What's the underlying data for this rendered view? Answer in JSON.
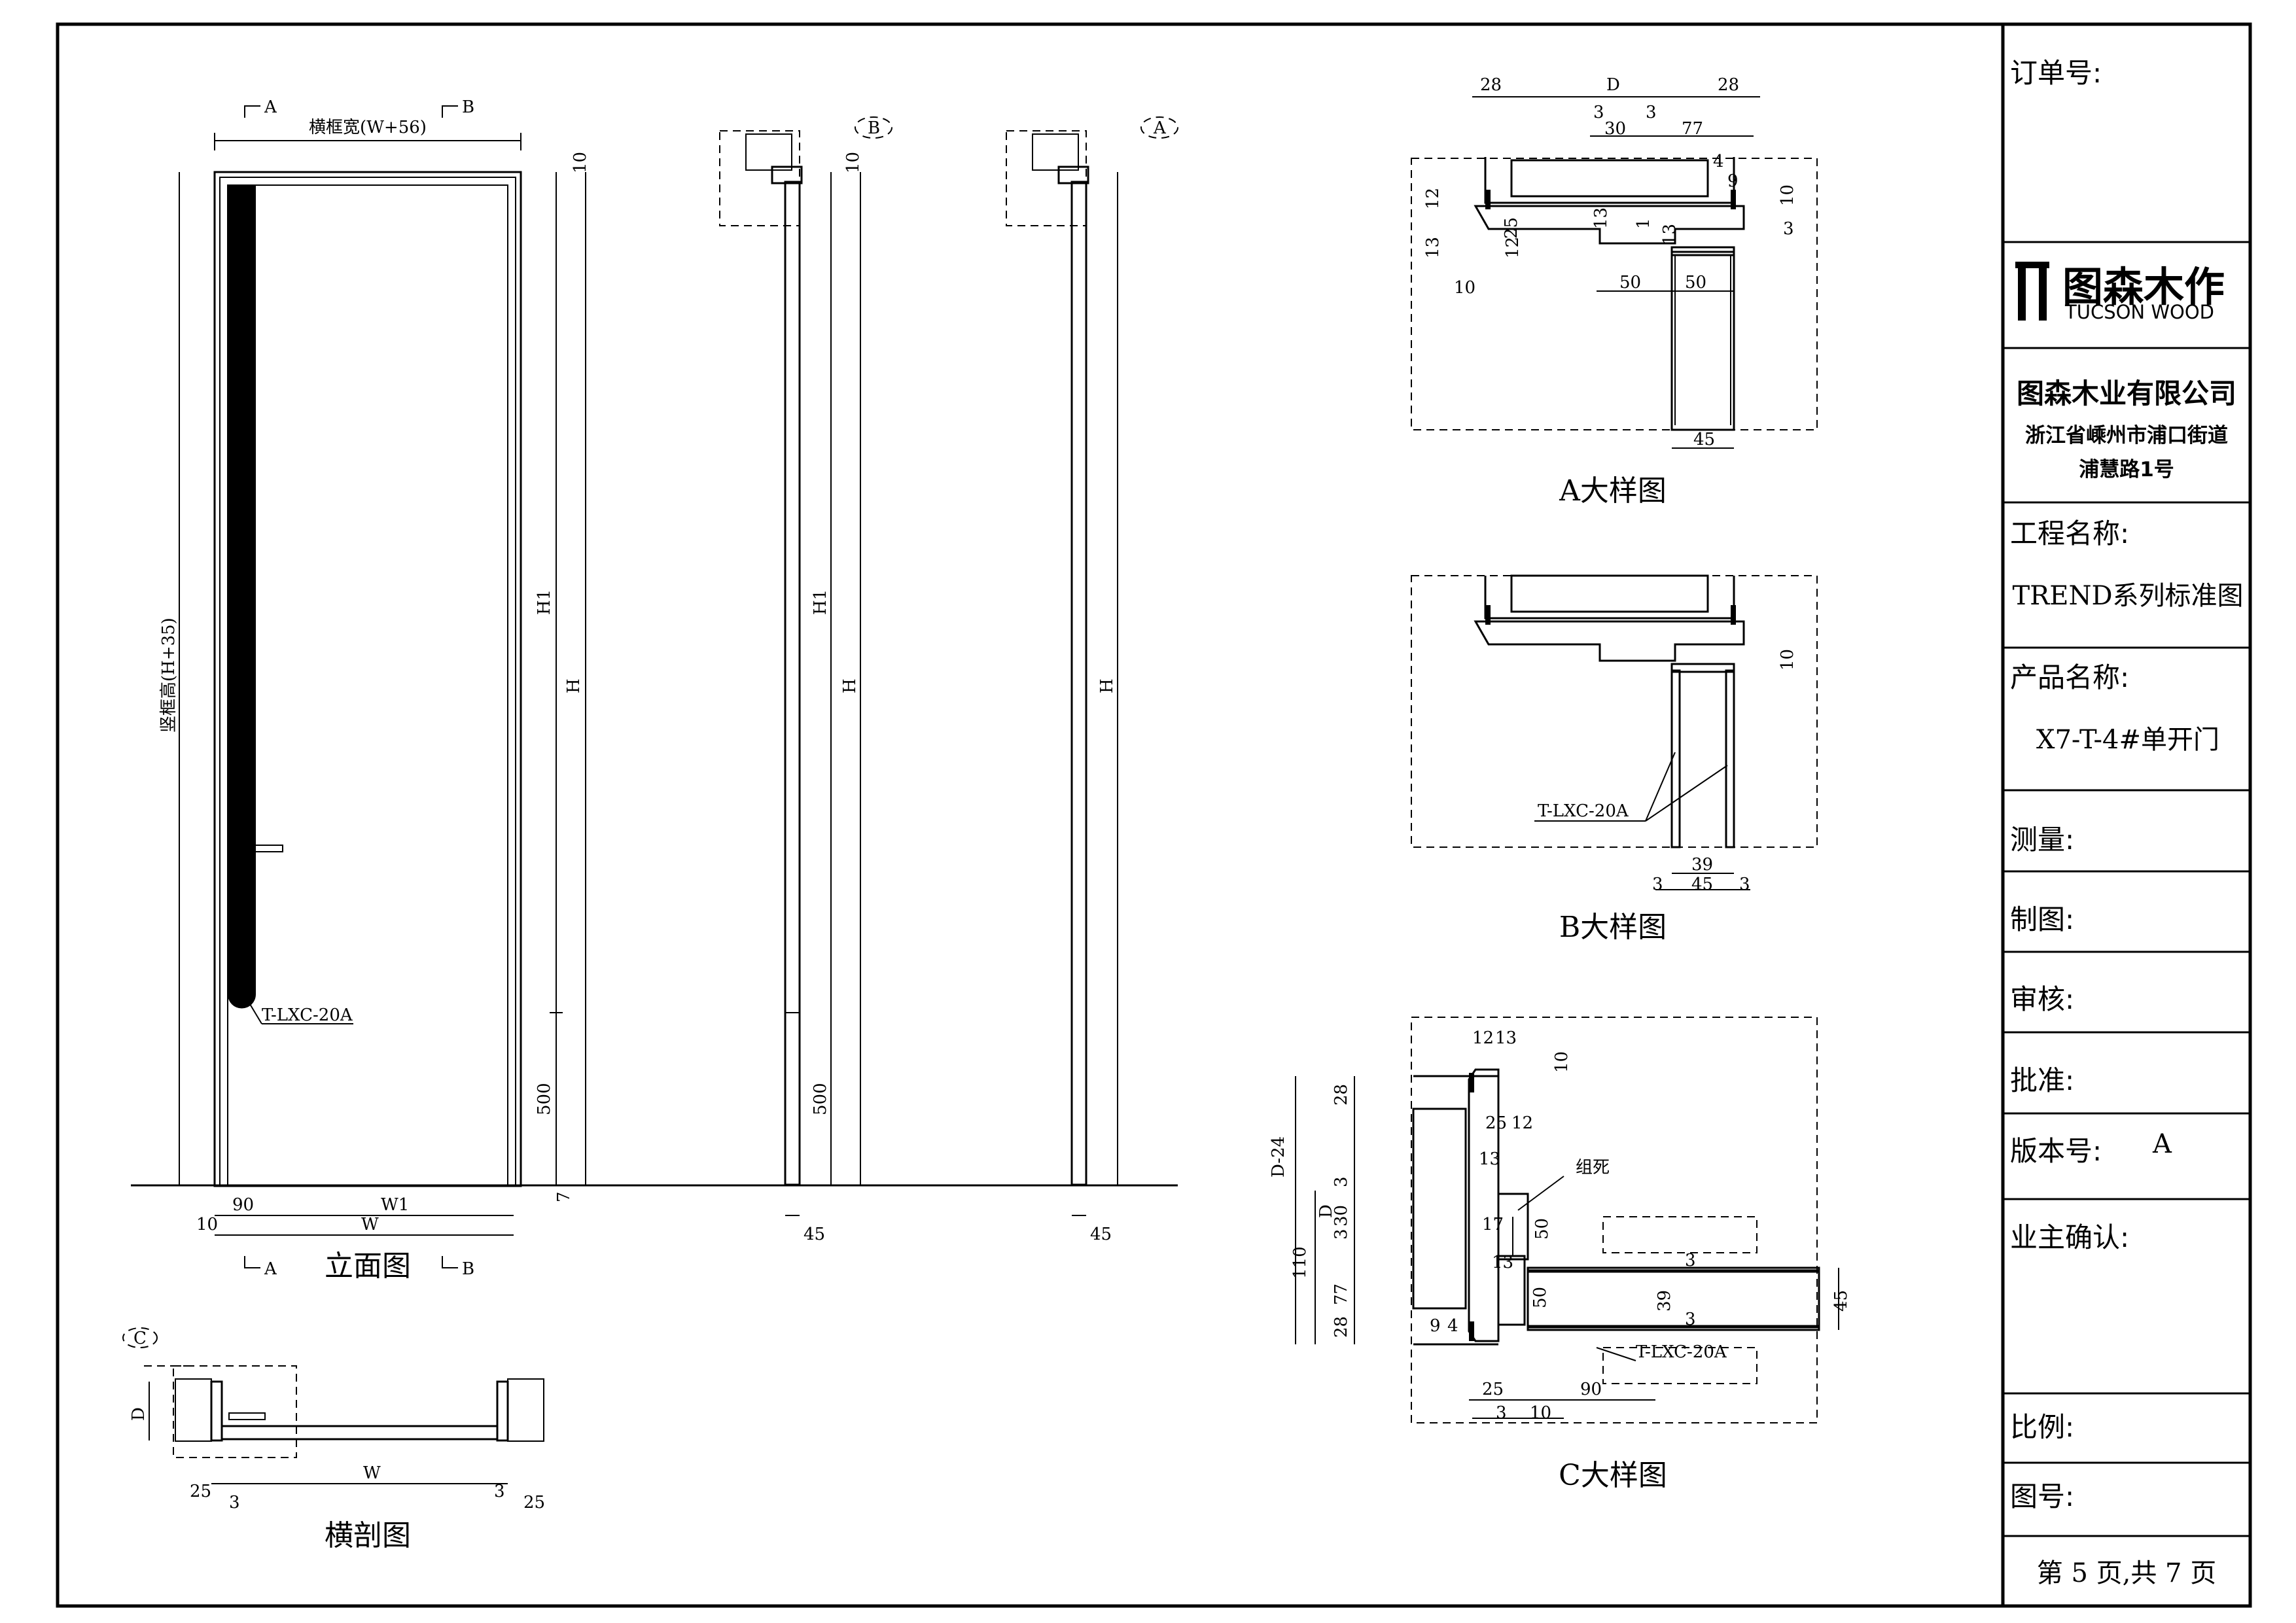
{
  "title_block": {
    "order_no_label": "订单号:",
    "logo_cn": "图森木作",
    "logo_en": "TUCSON WOOD",
    "company": "图森木业有限公司",
    "address_1": "浙江省嵊州市浦口街道",
    "address_2": "浦慧路1号",
    "project_label": "工程名称:",
    "project_value": "TREND系列标准图",
    "product_label": "产品名称:",
    "product_value": "X7-T-4#单开门",
    "measure_label": "测量:",
    "draw_label": "制图:",
    "review_label": "审核:",
    "approve_label": "批准:",
    "version_label": "版本号:",
    "version_value": "A",
    "owner_label": "业主确认:",
    "scale_label": "比例:",
    "drawing_no_label": "图号:",
    "page_text": "第 5 页,共 7 页"
  },
  "captions": {
    "elevation": "立面图",
    "horizontal": "横剖图",
    "detail_a": "A大样图",
    "detail_b": "B大样图",
    "detail_c": "C大样图"
  },
  "elevation": {
    "top_width": "横框宽(W+56)",
    "side_height": "竖框高(H+35)",
    "mark_a": "A",
    "mark_b": "B",
    "h1": "H1",
    "h": "H",
    "d500": "500",
    "d10": "10",
    "d7": "7",
    "d90": "90",
    "w1": "W1",
    "w": "W",
    "profile": "T-LXC-20A"
  },
  "section_views": {
    "b_mark": "B",
    "a_mark": "A",
    "h1": "H1",
    "h": "H",
    "d500": "500",
    "d10": "10",
    "d45": "45"
  },
  "horizontal": {
    "c_mark": "C",
    "d": "D",
    "w": "W",
    "d25": "25",
    "d3": "3"
  },
  "detail_a": {
    "d28": "28",
    "d": "D",
    "d3": "3",
    "d30": "30",
    "d77": "77",
    "d4": "4",
    "d9": "9",
    "d12": "12",
    "d13": "13",
    "d25": "25",
    "d1": "1",
    "d10": "10",
    "d50": "50",
    "d45": "45"
  },
  "detail_b": {
    "d10": "10",
    "profile": "T-LXC-20A",
    "d39": "39",
    "d45": "45",
    "d3": "3"
  },
  "detail_c": {
    "d12": "12",
    "d13": "13",
    "d10": "10",
    "d28": "28",
    "d_minus": "D-24",
    "d3": "3",
    "d": "D",
    "d30": "30",
    "d110": "110",
    "d77": "77",
    "d25": "25",
    "d9": "9",
    "d4": "4",
    "d17": "17",
    "d50": "50",
    "d39": "39",
    "d45": "45",
    "d90": "90",
    "fixed": "组死",
    "profile": "T-LXC-20A"
  }
}
